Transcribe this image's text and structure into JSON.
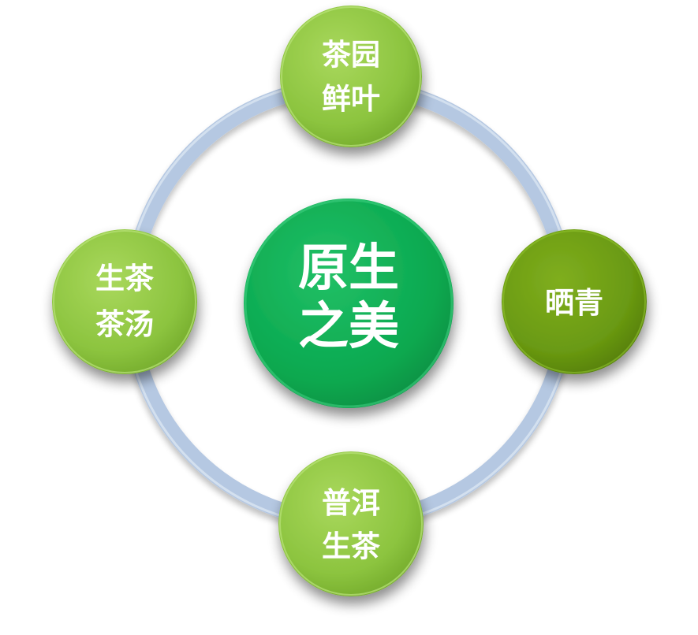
{
  "center": {
    "line1": "原生",
    "line2": "之美",
    "color": "#0aa84f"
  },
  "nodes": {
    "top": {
      "line1": "茶园",
      "line2": "鲜叶",
      "color": "#8cc43f"
    },
    "right": {
      "line1": "晒青",
      "color": "#6a9a12"
    },
    "bottom": {
      "line1": "普洱",
      "line2": "生茶",
      "color": "#8cc43f"
    },
    "left": {
      "line1": "生茶",
      "line2": "茶汤",
      "color": "#8cc43f"
    }
  },
  "ring": {
    "color": "#b5c8e2"
  }
}
